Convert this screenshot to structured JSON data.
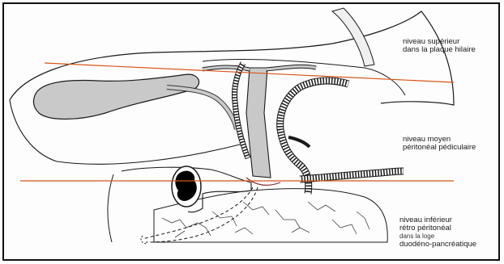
{
  "labels": {
    "superieur": {
      "line1": "niveau supérieur",
      "line2": "dans la plaque hilaire"
    },
    "moyen": {
      "line1": "niveau moyen",
      "line2": "péritonéal pédiculaire"
    },
    "inferieur": {
      "line1": "niveau inférieur",
      "line2": "rétro péritonéal",
      "line3": "dans la loge",
      "line4": "duodéno-pancréatique"
    }
  },
  "colors": {
    "level_line": "#d9541a",
    "organ_fill": "#c9c9c9",
    "outline": "#1a1a1a",
    "lumen": "#000000"
  }
}
